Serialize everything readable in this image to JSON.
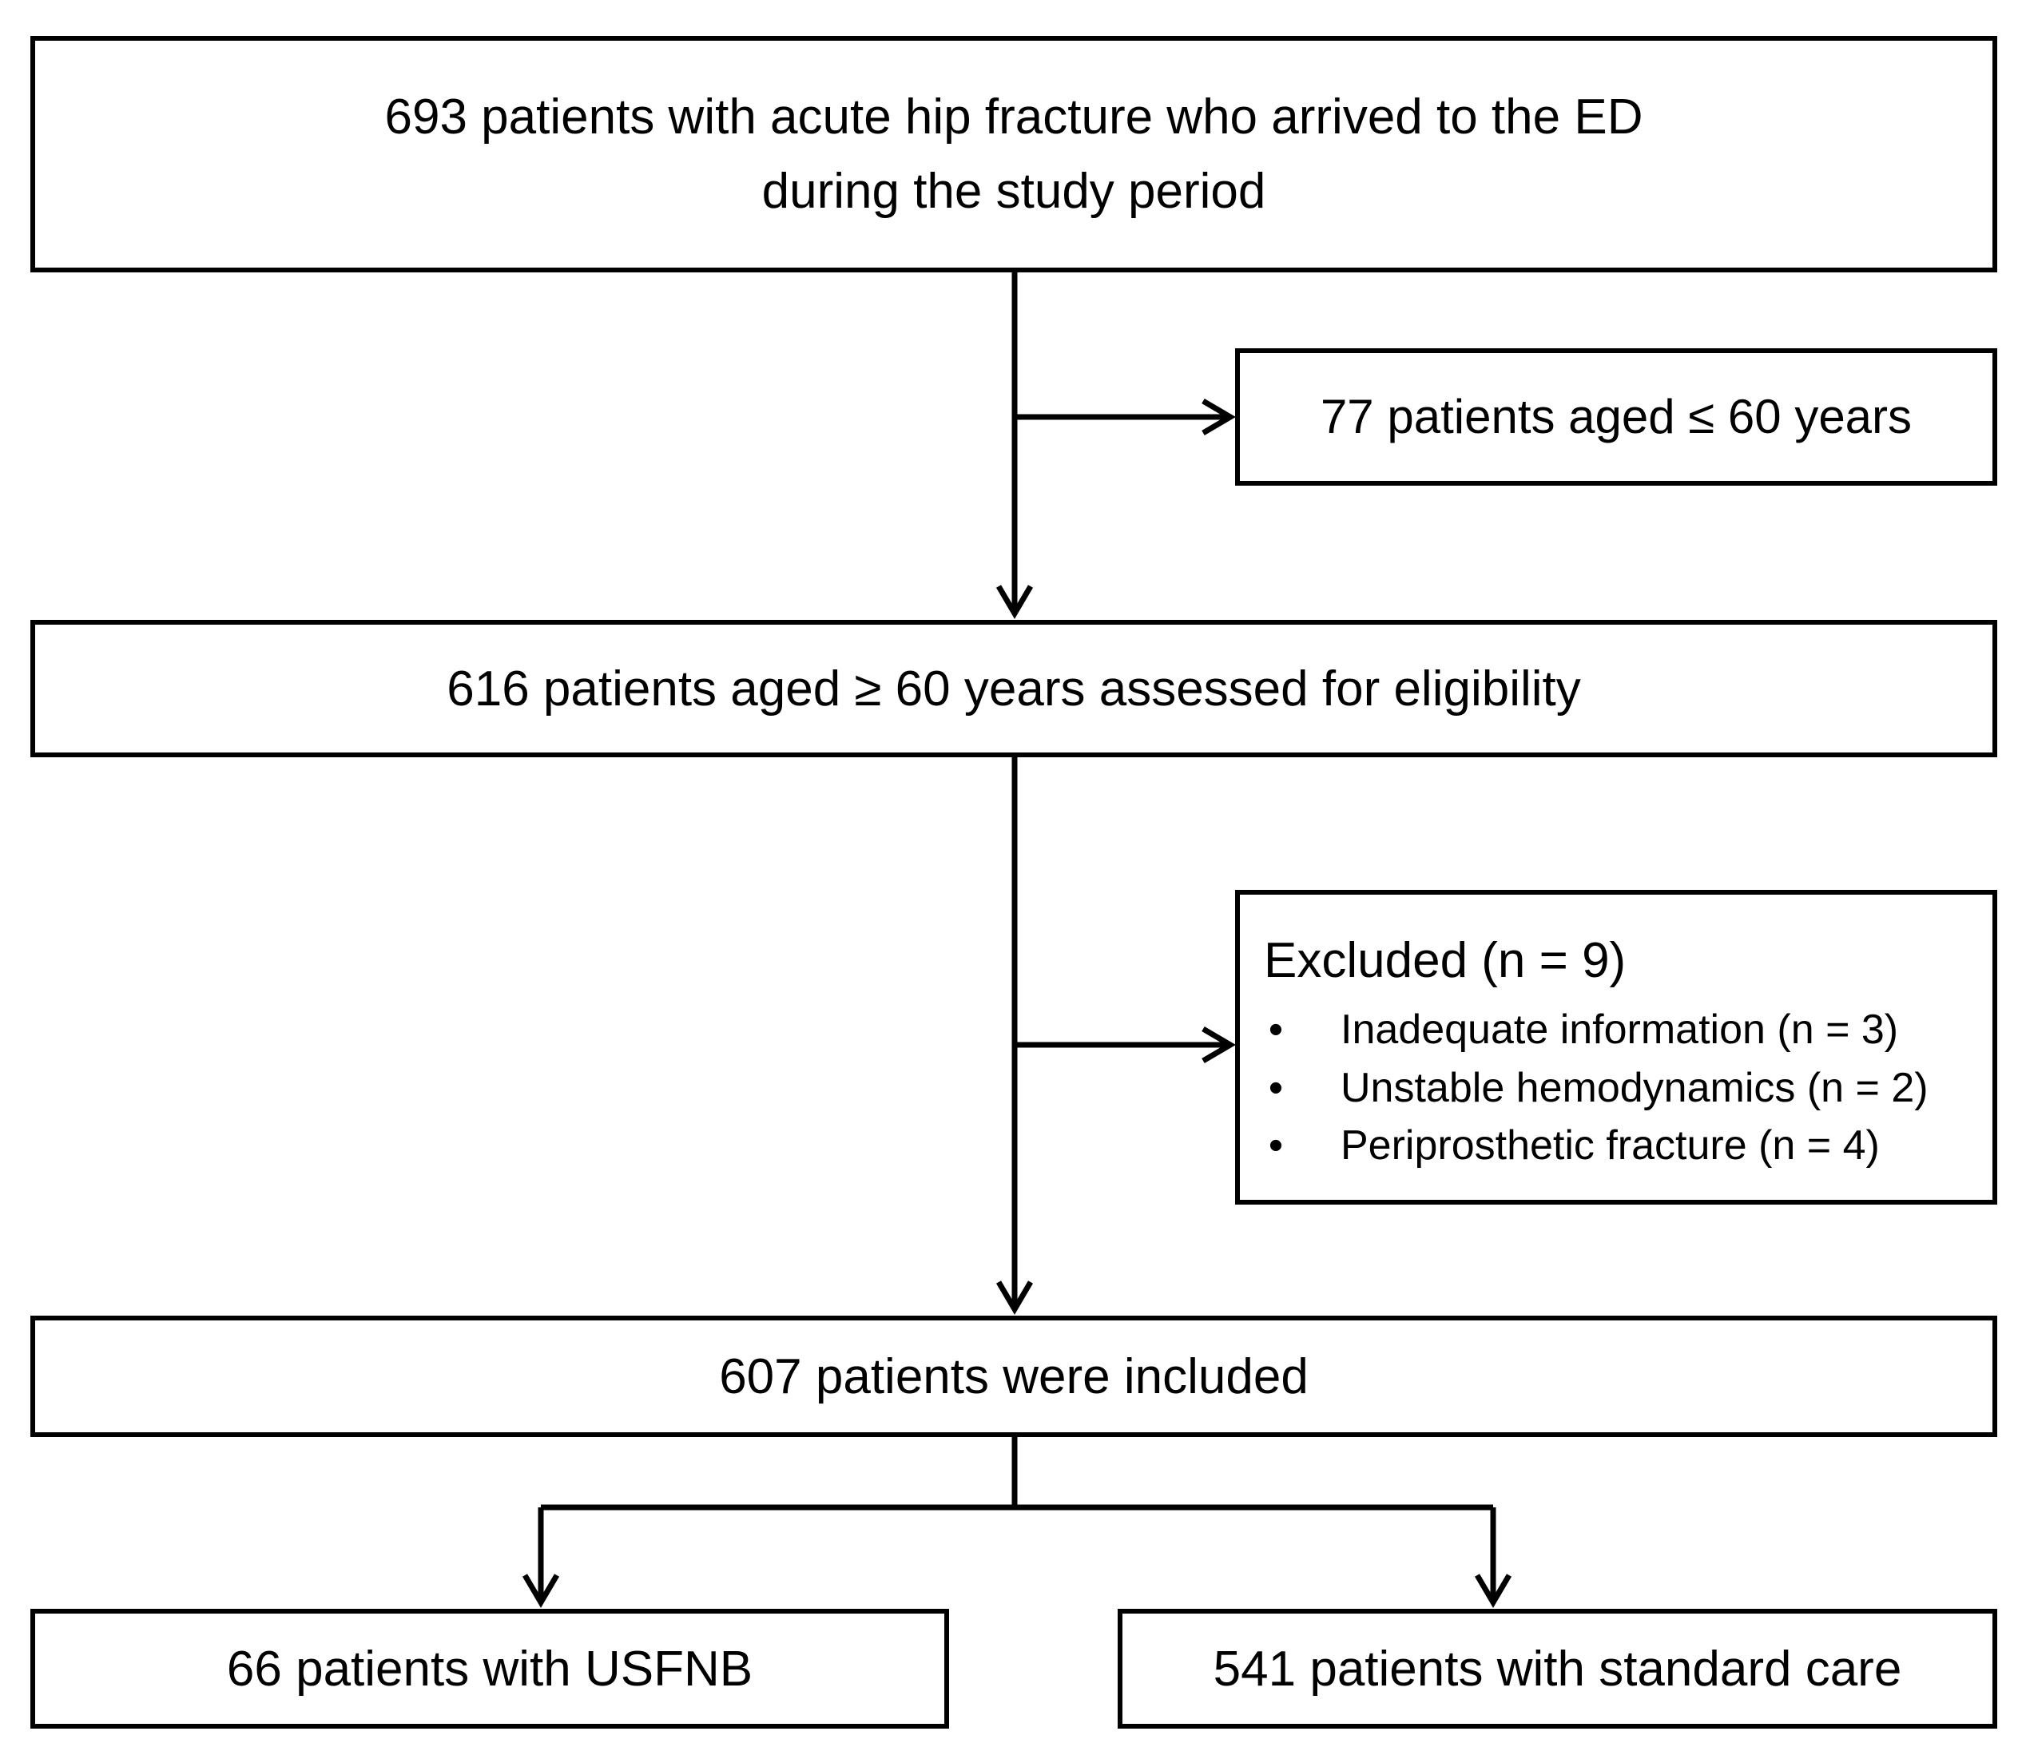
{
  "nodes": {
    "start": {
      "line1": "693 patients with acute hip fracture who arrived to the ED",
      "line2": "during the study period"
    },
    "excluded_age": {
      "text": "77 patients aged ≤ 60 years"
    },
    "assessed": {
      "text": "616 patients aged ≥ 60 years assessed for eligibility"
    },
    "excluded": {
      "title": "Excluded (n = 9)",
      "reasons": [
        "Inadequate information (n = 3)",
        "Unstable hemodynamics (n = 2)",
        "Periprosthetic fracture (n = 4)"
      ]
    },
    "included": {
      "text": "607 patients were included"
    },
    "usfnb": {
      "text": "66 patients with USFNB"
    },
    "standard_care": {
      "text": "541 patients with standard care"
    }
  },
  "bullet_glyph": "•"
}
